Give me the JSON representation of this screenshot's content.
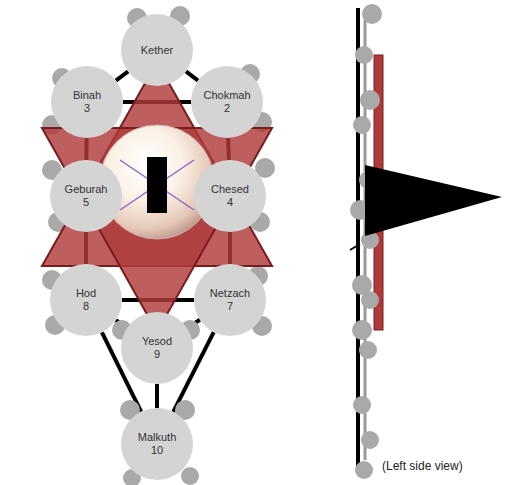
{
  "diagram": {
    "nodes": [
      {
        "text": [
          "Kether"
        ]
      },
      {
        "text": [
          "Binah",
          "3"
        ]
      },
      {
        "text": [
          "Chokmah",
          "2"
        ]
      },
      {
        "text": [
          "Geburah",
          "5"
        ]
      },
      {
        "text": [
          "Chesed",
          "4"
        ]
      },
      {
        "text": [
          "Hod",
          "8"
        ]
      },
      {
        "text": [
          "Netzach",
          "7"
        ]
      },
      {
        "text": [
          "Yesod",
          "9"
        ]
      },
      {
        "text": [
          "Malkuth",
          "10"
        ]
      }
    ],
    "edges": [
      {
        "from": 0,
        "to": 1,
        "arrow": "none"
      },
      {
        "from": 0,
        "to": 2,
        "arrow": "none"
      },
      {
        "from": 1,
        "to": 2,
        "arrow": "none"
      },
      {
        "from": 1,
        "to": 3,
        "arrow": "none"
      },
      {
        "from": 2,
        "to": 4,
        "arrow": "none"
      },
      {
        "from": 3,
        "to": 5,
        "arrow": "none"
      },
      {
        "from": 4,
        "to": 6,
        "arrow": "none"
      },
      {
        "from": 5,
        "to": 6,
        "arrow": "none"
      },
      {
        "from": 5,
        "to": 7,
        "arrow": "none"
      },
      {
        "from": 6,
        "to": 7,
        "arrow": "none"
      },
      {
        "from": 5,
        "to": 8,
        "arrow": "none"
      },
      {
        "from": 6,
        "to": 8,
        "arrow": "none"
      },
      {
        "from": 7,
        "to": 8,
        "arrow": "none"
      }
    ],
    "labels": [
      "(Left side view)"
    ]
  }
}
